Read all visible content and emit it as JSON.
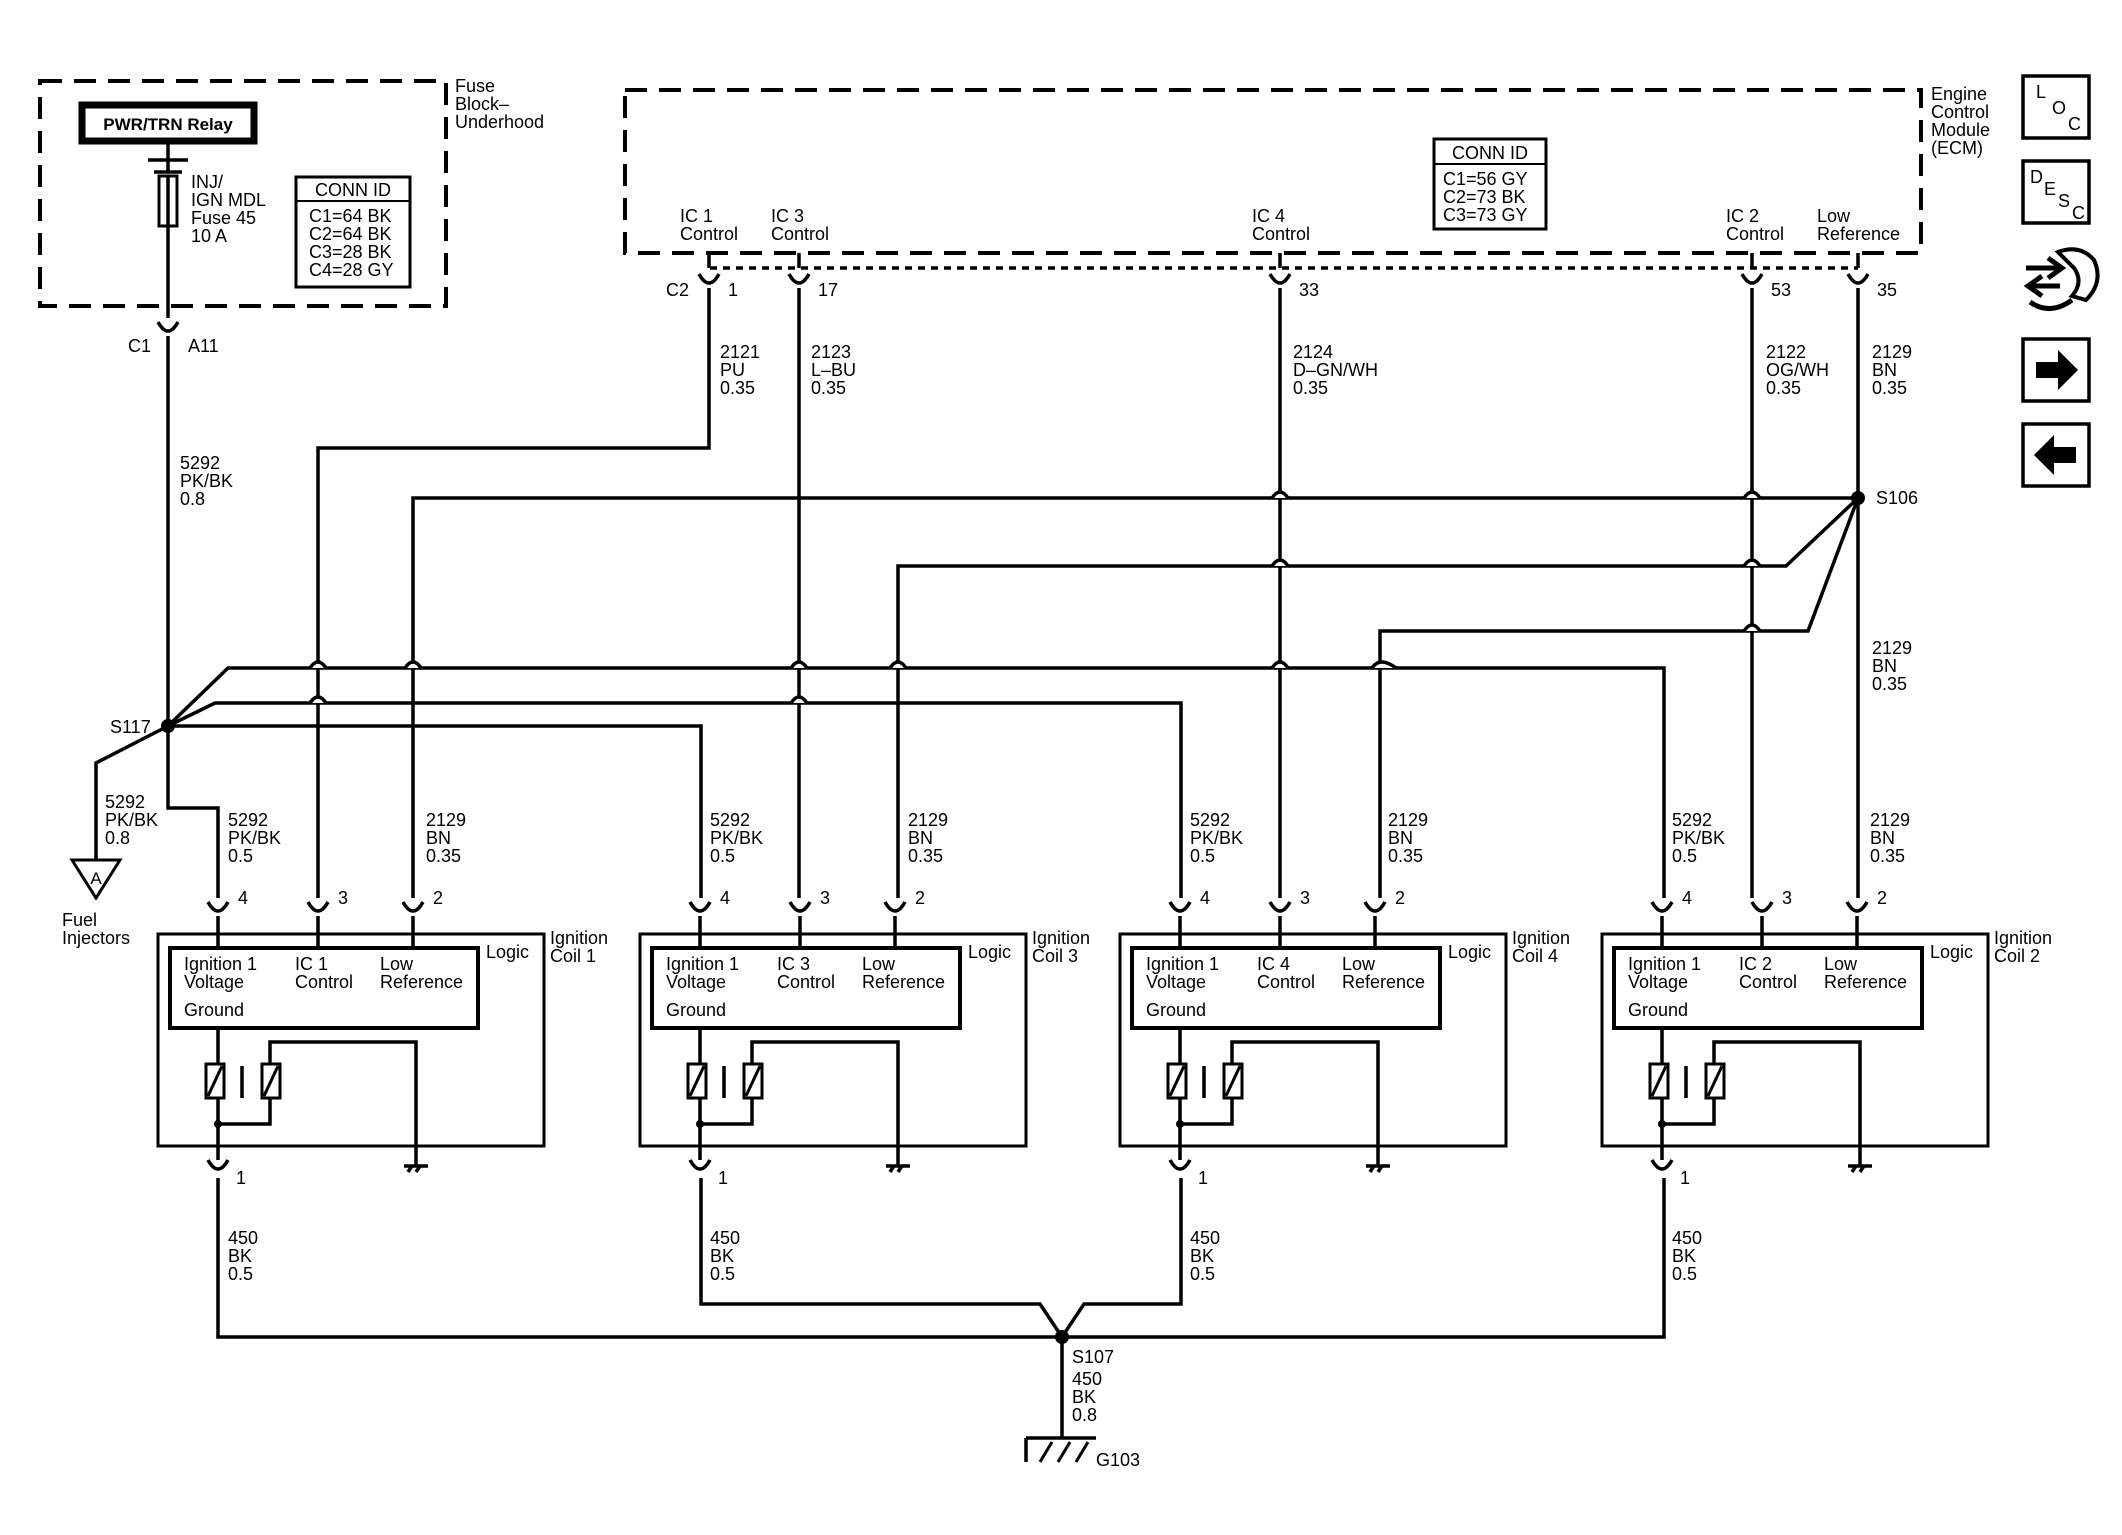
{
  "fuse_block": {
    "title": [
      "Fuse",
      "Block–",
      "Underhood"
    ],
    "relay": "PWR/TRN Relay",
    "fuse": [
      "INJ/",
      "IGN MDL",
      "Fuse 45",
      "10 A"
    ],
    "conn_id": {
      "header": "CONN ID",
      "rows": [
        "C1=64 BK",
        "C2=64 BK",
        "C3=28 BK",
        "C4=28 GY"
      ]
    },
    "connector": {
      "name": "C1",
      "pin": "A11"
    }
  },
  "ecm": {
    "title": [
      "Engine",
      "Control",
      "Module",
      "(ECM)"
    ],
    "conn_id": {
      "header": "CONN ID",
      "rows": [
        "C1=56 GY",
        "C2=73 BK",
        "C3=73 GY"
      ]
    },
    "connector": "C2",
    "pins": [
      {
        "label": [
          "IC 1",
          "Control"
        ],
        "pin": "1"
      },
      {
        "label": [
          "IC 3",
          "Control"
        ],
        "pin": "17"
      },
      {
        "label": [
          "IC 4",
          "Control"
        ],
        "pin": "33"
      },
      {
        "label": [
          "IC 2",
          "Control"
        ],
        "pin": "53"
      },
      {
        "label": [
          "Low",
          "Reference"
        ],
        "pin": "35"
      }
    ]
  },
  "wires": {
    "w2121": [
      "2121",
      "PU",
      "0.35"
    ],
    "w2123": [
      "2123",
      "L–BU",
      "0.35"
    ],
    "w2124": [
      "2124",
      "D–GN/WH",
      "0.35"
    ],
    "w2122": [
      "2122",
      "OG/WH",
      "0.35"
    ],
    "w2129_top": [
      "2129",
      "BN",
      "0.35"
    ],
    "w2129_mid": [
      "2129",
      "BN",
      "0.35"
    ],
    "w5292_main": [
      "5292",
      "PK/BK",
      "0.8"
    ],
    "w5292_inj": [
      "5292",
      "PK/BK",
      "0.8"
    ],
    "w450_main": [
      "450",
      "BK",
      "0.8"
    ]
  },
  "splices": {
    "s117": "S117",
    "s106": "S106",
    "s107": "S107"
  },
  "ground": "G103",
  "injectors": {
    "symbol": "A",
    "label": [
      "Fuel",
      "Injectors"
    ]
  },
  "coils": [
    {
      "name": [
        "Ignition",
        "Coil 1"
      ],
      "logic": "Logic",
      "terms": [
        [
          "Ignition 1",
          "Voltage"
        ],
        [
          "IC 1",
          "Control"
        ],
        [
          "Low",
          "Reference"
        ]
      ],
      "ground": "Ground",
      "pins": [
        "4",
        "3",
        "2"
      ],
      "gnd_pin": "1",
      "w5292": [
        "5292",
        "PK/BK",
        "0.5"
      ],
      "w2129": [
        "2129",
        "BN",
        "0.35"
      ],
      "w450": [
        "450",
        "BK",
        "0.5"
      ]
    },
    {
      "name": [
        "Ignition",
        "Coil 3"
      ],
      "logic": "Logic",
      "terms": [
        [
          "Ignition 1",
          "Voltage"
        ],
        [
          "IC 3",
          "Control"
        ],
        [
          "Low",
          "Reference"
        ]
      ],
      "ground": "Ground",
      "pins": [
        "4",
        "3",
        "2"
      ],
      "gnd_pin": "1",
      "w5292": [
        "5292",
        "PK/BK",
        "0.5"
      ],
      "w2129": [
        "2129",
        "BN",
        "0.35"
      ],
      "w450": [
        "450",
        "BK",
        "0.5"
      ]
    },
    {
      "name": [
        "Ignition",
        "Coil 4"
      ],
      "logic": "Logic",
      "terms": [
        [
          "Ignition 1",
          "Voltage"
        ],
        [
          "IC 4",
          "Control"
        ],
        [
          "Low",
          "Reference"
        ]
      ],
      "ground": "Ground",
      "pins": [
        "4",
        "3",
        "2"
      ],
      "gnd_pin": "1",
      "w5292": [
        "5292",
        "PK/BK",
        "0.5"
      ],
      "w2129": [
        "2129",
        "BN",
        "0.35"
      ],
      "w450": [
        "450",
        "BK",
        "0.5"
      ]
    },
    {
      "name": [
        "Ignition",
        "Coil 2"
      ],
      "logic": "Logic",
      "terms": [
        [
          "Ignition 1",
          "Voltage"
        ],
        [
          "IC 2",
          "Control"
        ],
        [
          "Low",
          "Reference"
        ]
      ],
      "ground": "Ground",
      "pins": [
        "4",
        "3",
        "2"
      ],
      "gnd_pin": "1",
      "w5292": [
        "5292",
        "PK/BK",
        "0.5"
      ],
      "w2129": [
        "2129",
        "BN",
        "0.35"
      ],
      "w450": [
        "450",
        "BK",
        "0.5"
      ]
    }
  ],
  "nav": {
    "loc": [
      "L",
      "O",
      "C"
    ],
    "desc": [
      "D",
      "E",
      "S",
      "C"
    ]
  }
}
